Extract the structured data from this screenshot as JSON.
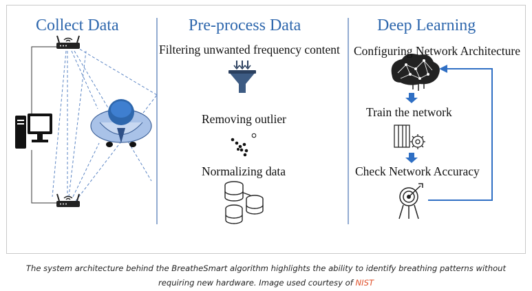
{
  "sections": [
    {
      "title": "Collect Data"
    },
    {
      "title": "Pre-process Data"
    },
    {
      "title": "Deep Learning"
    }
  ],
  "preprocess": {
    "step1": "Filtering unwanted frequency content",
    "step2": "Removing outlier",
    "step3": "Normalizing data"
  },
  "deep_learning": {
    "step1": "Configuring Network Architecture",
    "step2": "Train the network",
    "step3": "Check Network Accuracy"
  },
  "caption": {
    "line1": "The system architecture behind the BreatheSmart algorithm highlights the ability to identify breathing patterns without",
    "line2_prefix": "requiring new hardware. Image used courtesy of ",
    "link": "NIST"
  },
  "colors": {
    "accent": "#2e67ad",
    "arrow": "#2f6fc4",
    "divider": "#6f8fc2",
    "link": "#e0502a"
  },
  "icons": [
    "router-icon",
    "desktop-computer-icon",
    "person-top-view-icon",
    "funnel-icon",
    "scatter-dots-icon",
    "database-icon",
    "brain-network-icon",
    "server-gear-icon",
    "target-icon"
  ]
}
